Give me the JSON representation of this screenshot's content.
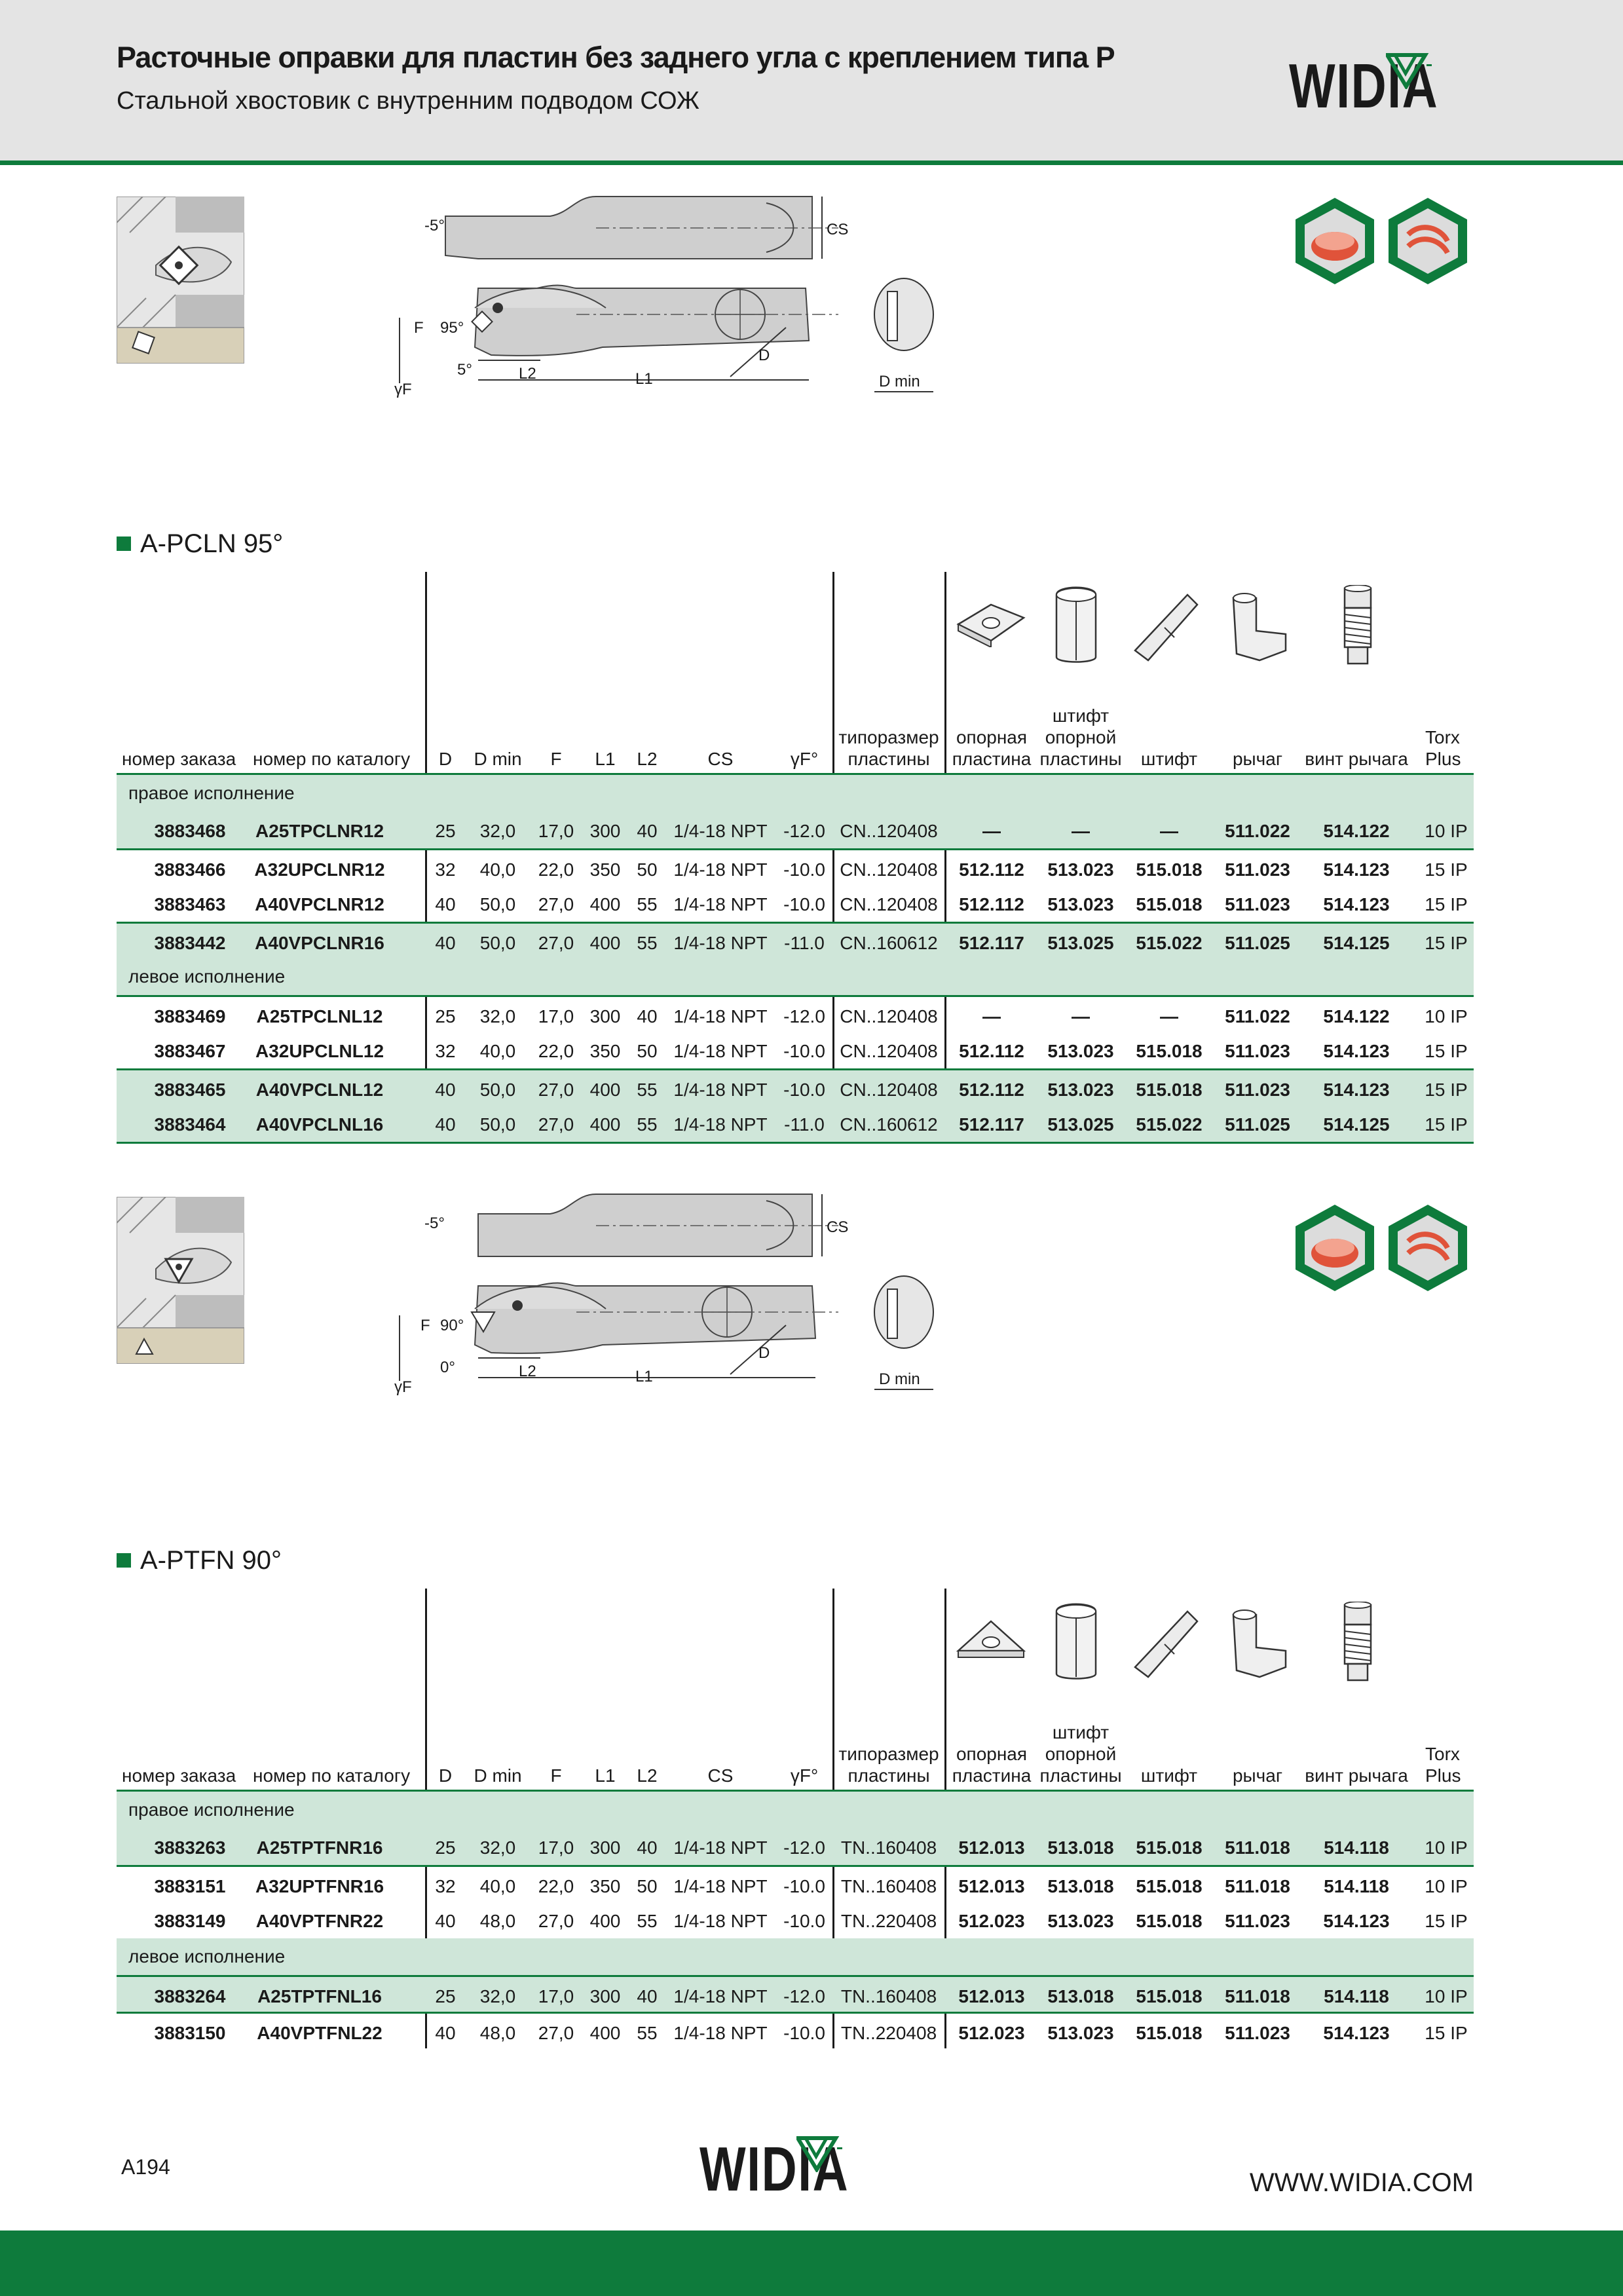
{
  "header": {
    "title": "Расточные оправки для пластин без заднего угла с креплением типа P",
    "subtitle": "Стальной хвостовик с внутренним подводом СОЖ",
    "logo": "WIDIA"
  },
  "colors": {
    "accent_green": "#0e7b3c",
    "row_shade": "#cfe6d9",
    "header_bg": "#e4e4e4"
  },
  "columns": {
    "order_no": "номер заказа",
    "catalog_no": "номер по каталогу",
    "d": "D",
    "dmin": "D min",
    "f": "F",
    "l1": "L1",
    "l2": "L2",
    "cs": "CS",
    "gamma": "γF°",
    "insert_type_1": "типоразмер",
    "insert_type_2": "пластины",
    "shim_1": "опорная",
    "shim_2": "пластина",
    "shim_pin_1": "штифт",
    "shim_pin_2": "опорной",
    "shim_pin_3": "пластины",
    "pin": "штифт",
    "lever": "рычаг",
    "lever_screw": "винт рычага",
    "torx_1": "Torx",
    "torx_2": "Plus"
  },
  "component_icons": [
    "shim-icon",
    "shim-pin-icon",
    "pin-icon",
    "lever-icon",
    "lever-screw-icon"
  ],
  "diagram_labels": {
    "angle_neg5": "-5°",
    "cs": "CS",
    "f": "F",
    "gamma": "γF",
    "l1": "L1",
    "l2": "L2",
    "d": "D",
    "dmin": "D min",
    "pcln_angle": "95°",
    "pcln_lead": "5°",
    "ptfn_angle": "90°",
    "ptfn_lead": "0°"
  },
  "section1": {
    "title": "A-PCLN 95°",
    "right_label": "правое исполнение",
    "left_label": "левое исполнение",
    "right_rows": [
      [
        "3883468",
        "A25TPCLNR12",
        "25",
        "32,0",
        "17,0",
        "300",
        "40",
        "1/4-18 NPT",
        "-12.0",
        "CN..120408",
        "—",
        "—",
        "—",
        "511.022",
        "514.122",
        "10 IP"
      ],
      [
        "3883466",
        "A32UPCLNR12",
        "32",
        "40,0",
        "22,0",
        "350",
        "50",
        "1/4-18 NPT",
        "-10.0",
        "CN..120408",
        "512.112",
        "513.023",
        "515.018",
        "511.023",
        "514.123",
        "15 IP"
      ],
      [
        "3883463",
        "A40VPCLNR12",
        "40",
        "50,0",
        "27,0",
        "400",
        "55",
        "1/4-18 NPT",
        "-10.0",
        "CN..120408",
        "512.112",
        "513.023",
        "515.018",
        "511.023",
        "514.123",
        "15 IP"
      ],
      [
        "3883442",
        "A40VPCLNR16",
        "40",
        "50,0",
        "27,0",
        "400",
        "55",
        "1/4-18 NPT",
        "-11.0",
        "CN..160612",
        "512.117",
        "513.025",
        "515.022",
        "511.025",
        "514.125",
        "15 IP"
      ]
    ],
    "left_rows": [
      [
        "3883469",
        "A25TPCLNL12",
        "25",
        "32,0",
        "17,0",
        "300",
        "40",
        "1/4-18 NPT",
        "-12.0",
        "CN..120408",
        "—",
        "—",
        "—",
        "511.022",
        "514.122",
        "10 IP"
      ],
      [
        "3883467",
        "A32UPCLNL12",
        "32",
        "40,0",
        "22,0",
        "350",
        "50",
        "1/4-18 NPT",
        "-10.0",
        "CN..120408",
        "512.112",
        "513.023",
        "515.018",
        "511.023",
        "514.123",
        "15 IP"
      ],
      [
        "3883465",
        "A40VPCLNL12",
        "40",
        "50,0",
        "27,0",
        "400",
        "55",
        "1/4-18 NPT",
        "-10.0",
        "CN..120408",
        "512.112",
        "513.023",
        "515.018",
        "511.023",
        "514.123",
        "15 IP"
      ],
      [
        "3883464",
        "A40VPCLNL16",
        "40",
        "50,0",
        "27,0",
        "400",
        "55",
        "1/4-18 NPT",
        "-11.0",
        "CN..160612",
        "512.117",
        "513.025",
        "515.022",
        "511.025",
        "514.125",
        "15 IP"
      ]
    ]
  },
  "section2": {
    "title": "A-PTFN 90°",
    "right_label": "правое исполнение",
    "left_label": "левое исполнение",
    "right_rows": [
      [
        "3883263",
        "A25TPTFNR16",
        "25",
        "32,0",
        "17,0",
        "300",
        "40",
        "1/4-18 NPT",
        "-12.0",
        "TN..160408",
        "512.013",
        "513.018",
        "515.018",
        "511.018",
        "514.118",
        "10 IP"
      ],
      [
        "3883151",
        "A32UPTFNR16",
        "32",
        "40,0",
        "22,0",
        "350",
        "50",
        "1/4-18 NPT",
        "-10.0",
        "TN..160408",
        "512.013",
        "513.018",
        "515.018",
        "511.018",
        "514.118",
        "10 IP"
      ],
      [
        "3883149",
        "A40VPTFNR22",
        "40",
        "48,0",
        "27,0",
        "400",
        "55",
        "1/4-18 NPT",
        "-10.0",
        "TN..220408",
        "512.023",
        "513.023",
        "515.018",
        "511.023",
        "514.123",
        "15 IP"
      ]
    ],
    "left_rows": [
      [
        "3883264",
        "A25TPTFNL16",
        "25",
        "32,0",
        "17,0",
        "300",
        "40",
        "1/4-18 NPT",
        "-12.0",
        "TN..160408",
        "512.013",
        "513.018",
        "515.018",
        "511.018",
        "514.118",
        "10 IP"
      ],
      [
        "3883150",
        "A40VPTFNL22",
        "40",
        "48,0",
        "27,0",
        "400",
        "55",
        "1/4-18 NPT",
        "-10.0",
        "TN..220408",
        "512.023",
        "513.023",
        "515.018",
        "511.023",
        "514.123",
        "15 IP"
      ]
    ]
  },
  "footer": {
    "page": "A194",
    "url": "WWW.WIDIA.COM",
    "logo": "WIDIA"
  }
}
